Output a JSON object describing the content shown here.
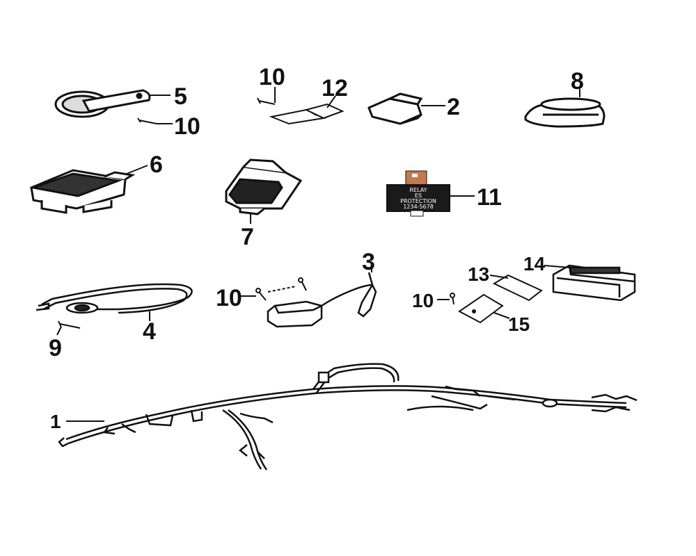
{
  "diagram": {
    "callouts": {
      "p1": "1",
      "p2": "2",
      "p3": "3",
      "p4": "4",
      "p5": "5",
      "p6": "6",
      "p7": "7",
      "p8": "8",
      "p9": "9",
      "p10": "10",
      "p11": "11",
      "p12": "12",
      "p13": "13",
      "p14": "14",
      "p15": "15"
    },
    "relay_label_lines": [
      "RELAY",
      "ES",
      "PROTECTION",
      "1234-5678"
    ],
    "colors": {
      "line": "#111111",
      "relay_tab": "#c47a4a",
      "relay_body": "#1a1a1a"
    }
  }
}
